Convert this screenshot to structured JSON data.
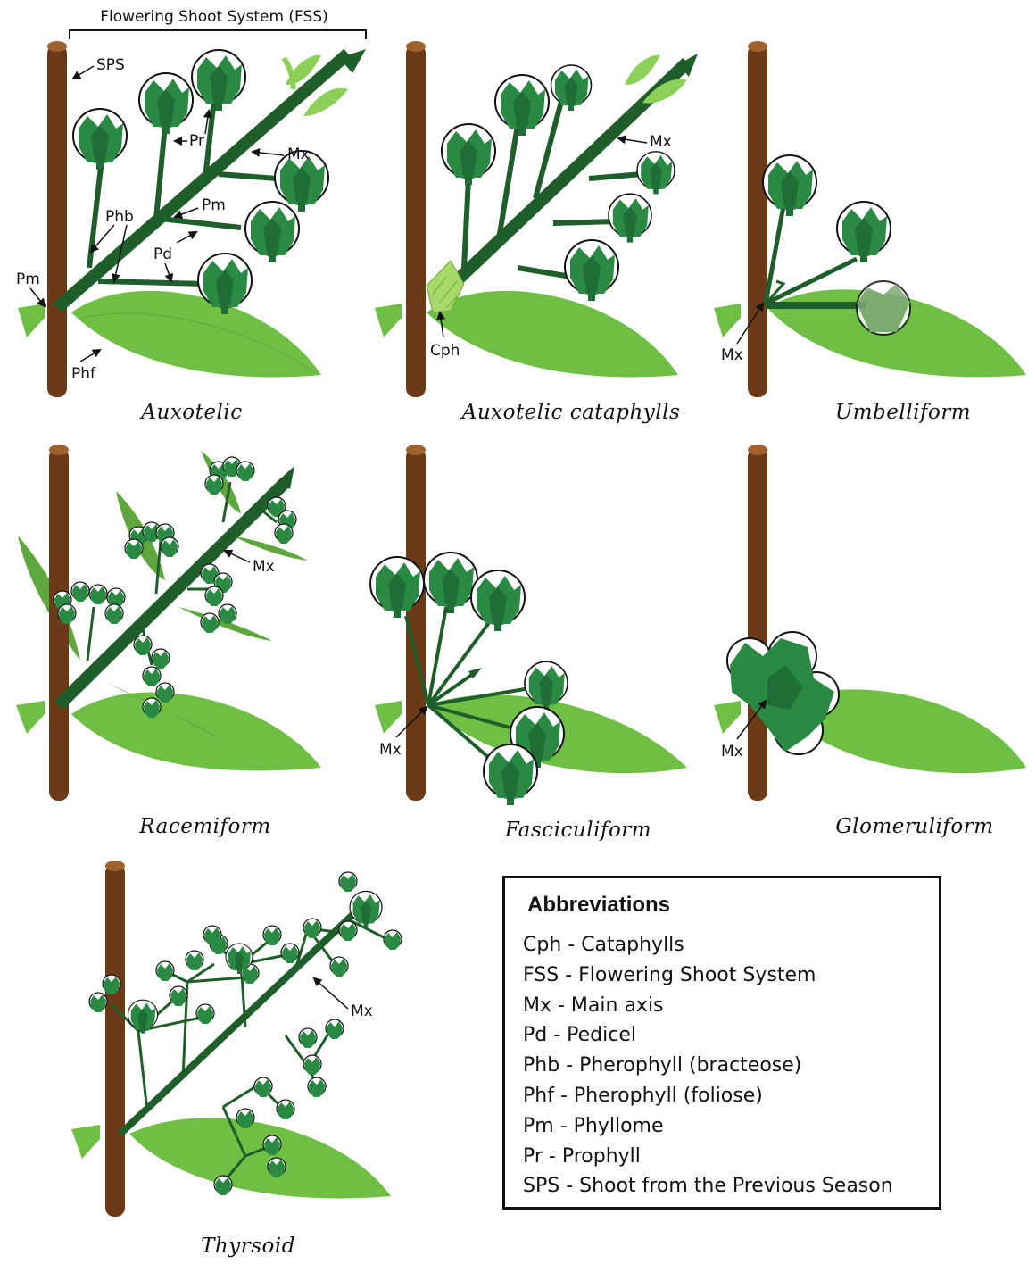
{
  "header": {
    "fss_label": "Flowering Shoot System (FSS)"
  },
  "colors": {
    "stem": "#6b3a17",
    "stem_top": "#a0622d",
    "axis": "#1f5e2a",
    "bud": "#2a8a44",
    "bud_dark": "#1f6e35",
    "leaf": "#6fbf45",
    "leaf_light": "#8cd058",
    "cataphyll": "#a6d86a"
  },
  "panels": [
    {
      "id": "auxotelic",
      "caption": "Auxotelic",
      "labels": {
        "sps": "SPS",
        "pr": "Pr",
        "mx": "Mx",
        "phb": "Phb",
        "pm_top": "Pm",
        "pd": "Pd",
        "pm_left": "Pm",
        "phf": "Phf"
      }
    },
    {
      "id": "auxotelic-cataphylls",
      "caption": "Auxotelic cataphylls",
      "labels": {
        "mx": "Mx",
        "cph": "Cph"
      }
    },
    {
      "id": "umbelliform",
      "caption": "Umbelliform",
      "labels": {
        "mx": "Mx"
      }
    },
    {
      "id": "racemiform",
      "caption": "Racemiform",
      "labels": {
        "mx": "Mx"
      }
    },
    {
      "id": "fasciculiform",
      "caption": "Fasciculiform",
      "labels": {
        "mx": "Mx"
      }
    },
    {
      "id": "glomeruliform",
      "caption": "Glomeruliform",
      "labels": {
        "mx": "Mx"
      }
    },
    {
      "id": "thyrsoid",
      "caption": "Thyrsoid",
      "labels": {
        "mx": "Mx"
      }
    }
  ],
  "abbreviations": {
    "title": "Abbreviations",
    "items": [
      "Cph - Cataphylls",
      "FSS - Flowering Shoot System",
      "Mx - Main axis",
      "Pd - Pedicel",
      "Phb - Pherophyll (bracteose)",
      "Phf - Pherophyll (foliose)",
      "Pm - Phyllome",
      "Pr - Prophyll",
      "SPS - Shoot from the Previous Season"
    ]
  }
}
